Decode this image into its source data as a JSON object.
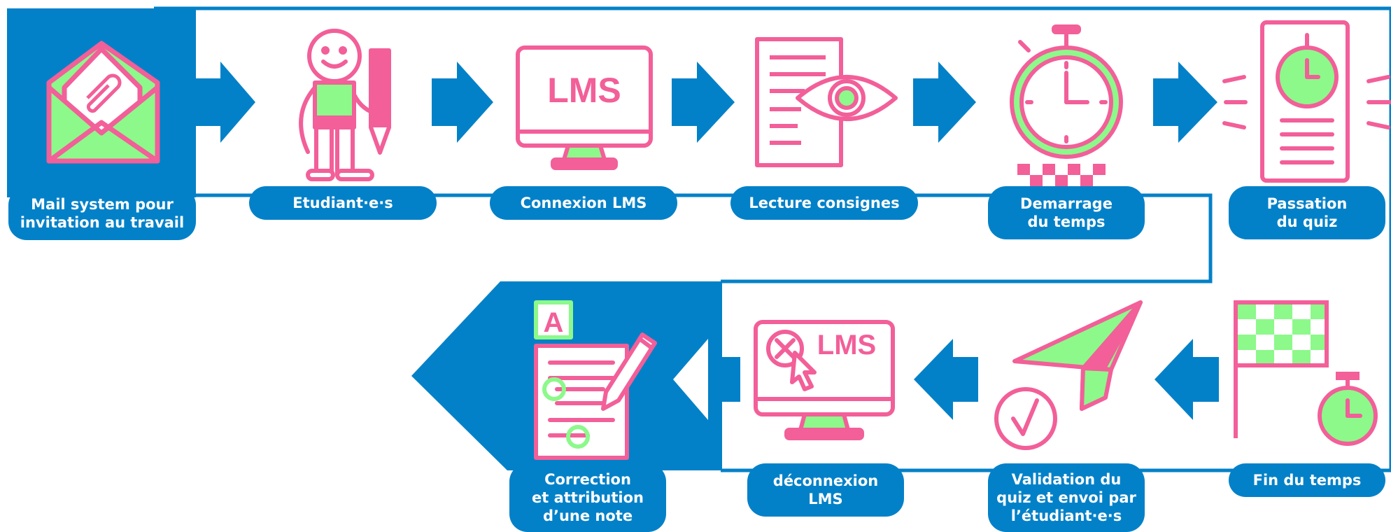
{
  "colors": {
    "blue": "#0381c8",
    "pink": "#f25f99",
    "green": "#8cf98a",
    "white": "#ffffff"
  },
  "steps": [
    {
      "id": "mail",
      "label": "Mail system pour\ninvitation au travail",
      "icon": "envelope-icon"
    },
    {
      "id": "students",
      "label": "Etudiant·e·s",
      "icon": "student-icon"
    },
    {
      "id": "connect",
      "label": "Connexion LMS",
      "icon": "monitor-icon"
    },
    {
      "id": "read",
      "label": "Lecture consignes",
      "icon": "document-eye-icon"
    },
    {
      "id": "start",
      "label": "Demarrage\ndu temps",
      "icon": "stopwatch-icon"
    },
    {
      "id": "take",
      "label": "Passation\ndu quiz",
      "icon": "phone-timer-icon"
    },
    {
      "id": "end",
      "label": "Fin du temps",
      "icon": "finish-flag-icon"
    },
    {
      "id": "submit",
      "label": "Validation du\nquiz et envoi par\nl’étudiant·e·s",
      "icon": "paper-plane-icon"
    },
    {
      "id": "logout",
      "label": "déconnexion\nLMS",
      "icon": "monitor-logout-icon"
    },
    {
      "id": "grade",
      "label": "Correction\net attribution\nd’une note",
      "icon": "graded-sheet-icon"
    }
  ],
  "monitor_text": "LMS",
  "grade_mark": "A"
}
